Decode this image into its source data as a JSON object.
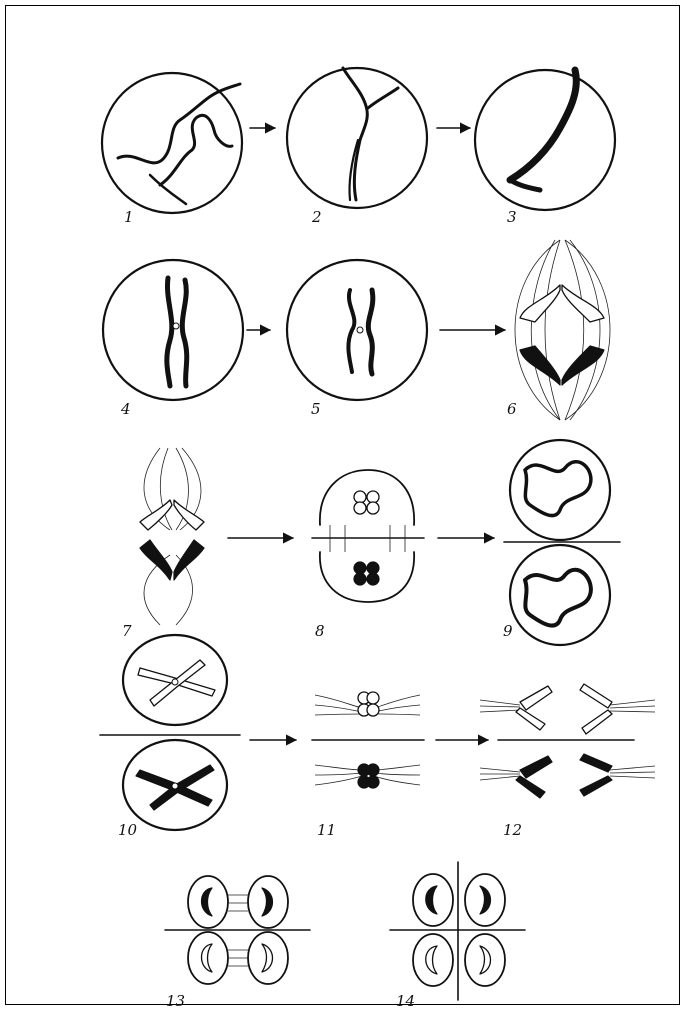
{
  "figure": {
    "stage_labels": [
      "1",
      "2",
      "3",
      "4",
      "5",
      "6",
      "7",
      "8",
      "9",
      "10",
      "11",
      "12",
      "13",
      "14"
    ]
  }
}
